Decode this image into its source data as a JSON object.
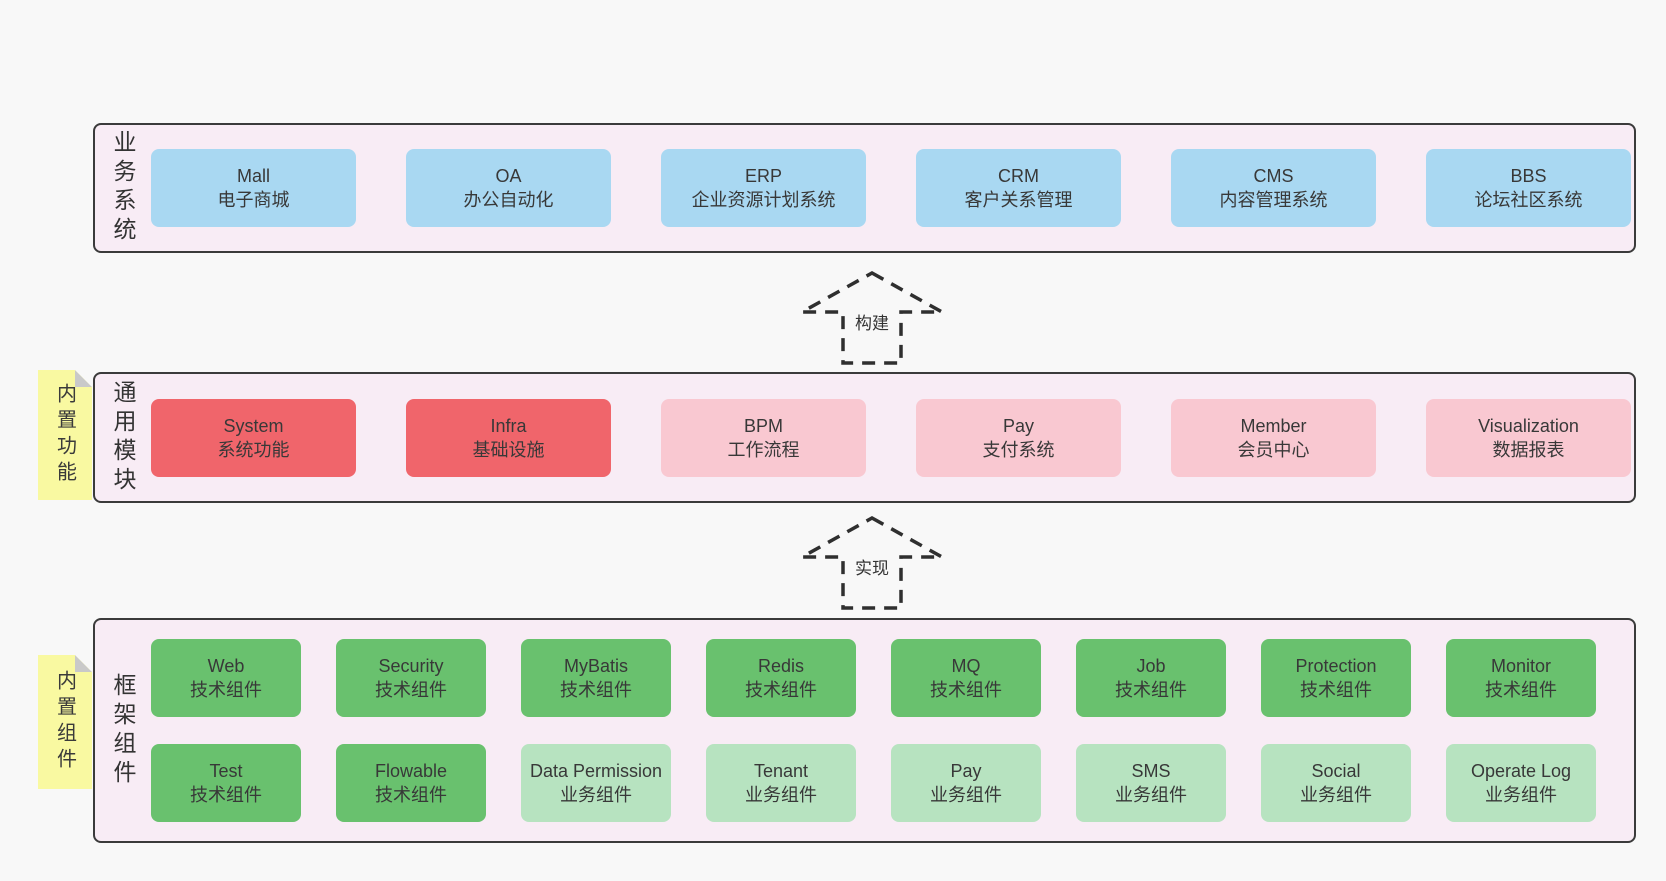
{
  "diagram": {
    "layers": [
      {
        "label": "业务系统",
        "boxes": [
          {
            "title": "Mall",
            "subtitle": "电子商城",
            "variant": "blue"
          },
          {
            "title": "OA",
            "subtitle": "办公自动化",
            "variant": "blue"
          },
          {
            "title": "ERP",
            "subtitle": "企业资源计划系统",
            "variant": "blue"
          },
          {
            "title": "CRM",
            "subtitle": "客户关系管理",
            "variant": "blue"
          },
          {
            "title": "CMS",
            "subtitle": "内容管理系统",
            "variant": "blue"
          },
          {
            "title": "BBS",
            "subtitle": "论坛社区系统",
            "variant": "blue"
          }
        ]
      },
      {
        "label": "通用模块",
        "note": "内置功能",
        "boxes": [
          {
            "title": "System",
            "subtitle": "系统功能",
            "variant": "red"
          },
          {
            "title": "Infra",
            "subtitle": "基础设施",
            "variant": "red"
          },
          {
            "title": "BPM",
            "subtitle": "工作流程",
            "variant": "pink"
          },
          {
            "title": "Pay",
            "subtitle": "支付系统",
            "variant": "pink"
          },
          {
            "title": "Member",
            "subtitle": "会员中心",
            "variant": "pink"
          },
          {
            "title": "Visualization",
            "subtitle": "数据报表",
            "variant": "pink"
          }
        ]
      },
      {
        "label": "框架组件",
        "note": "内置组件",
        "boxes": [
          {
            "title": "Web",
            "subtitle": "技术组件",
            "variant": "green"
          },
          {
            "title": "Security",
            "subtitle": "技术组件",
            "variant": "green"
          },
          {
            "title": "MyBatis",
            "subtitle": "技术组件",
            "variant": "green"
          },
          {
            "title": "Redis",
            "subtitle": "技术组件",
            "variant": "green"
          },
          {
            "title": "MQ",
            "subtitle": "技术组件",
            "variant": "green"
          },
          {
            "title": "Job",
            "subtitle": "技术组件",
            "variant": "green"
          },
          {
            "title": "Protection",
            "subtitle": "技术组件",
            "variant": "green"
          },
          {
            "title": "Monitor",
            "subtitle": "技术组件",
            "variant": "green"
          },
          {
            "title": "Test",
            "subtitle": "技术组件",
            "variant": "green"
          },
          {
            "title": "Flowable",
            "subtitle": "技术组件",
            "variant": "green"
          },
          {
            "title": "Data Permission",
            "subtitle": "业务组件",
            "variant": "lightgreen"
          },
          {
            "title": "Tenant",
            "subtitle": "业务组件",
            "variant": "lightgreen"
          },
          {
            "title": "Pay",
            "subtitle": "业务组件",
            "variant": "lightgreen"
          },
          {
            "title": "SMS",
            "subtitle": "业务组件",
            "variant": "lightgreen"
          },
          {
            "title": "Social",
            "subtitle": "业务组件",
            "variant": "lightgreen"
          },
          {
            "title": "Operate Log",
            "subtitle": "业务组件",
            "variant": "lightgreen"
          }
        ]
      }
    ],
    "arrows": [
      {
        "label": "构建"
      },
      {
        "label": "实现"
      }
    ],
    "colors": {
      "background": "#f8f8f8",
      "panel_background": "#f8ecf5",
      "panel_border": "#3b3b3b",
      "note_background": "#f9f9a1",
      "note_fold": "#c9c9c9",
      "box_blue": "#a9d8f2",
      "box_red": "#f0656b",
      "box_pink": "#f9c8d1",
      "box_green": "#69c16e",
      "box_lightgreen": "#b7e3c0",
      "text": "#383838"
    }
  }
}
